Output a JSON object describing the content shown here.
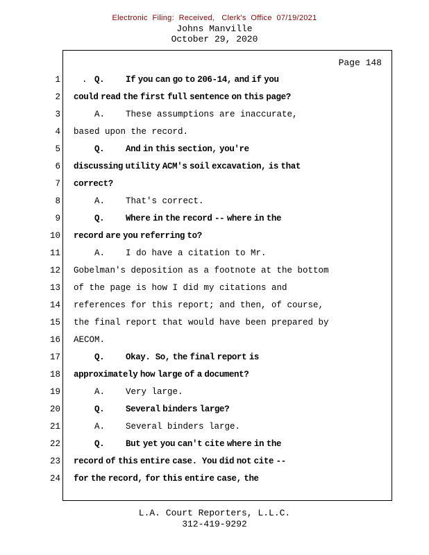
{
  "colors": {
    "stamp_red": "#8b0000"
  },
  "header": {
    "filing_stamp": "Electronic  Filing:  Received,   Clerk's  Office  07/19/2021",
    "case_name": "Johns Manville",
    "date": "October 29, 2020"
  },
  "page": {
    "label": "Page 148"
  },
  "transcript": {
    "lines": [
      {
        "number": "1",
        "speaker": "Q.",
        "text": "If you can go to 206-14, and if you",
        "bold": true,
        "mark": "."
      },
      {
        "number": "2",
        "text": "could read the first full sentence on this page?",
        "bold": true
      },
      {
        "number": "3",
        "speaker": "A.",
        "text": "These assumptions are inaccurate,",
        "bold": false
      },
      {
        "number": "4",
        "text": "based upon the record.",
        "bold": false
      },
      {
        "number": "5",
        "speaker": "Q.",
        "text": "And in this section, you're",
        "bold": true
      },
      {
        "number": "6",
        "text": "discussing utility ACM's soil excavation, is that",
        "bold": true
      },
      {
        "number": "7",
        "text": "correct?",
        "bold": true
      },
      {
        "number": "8",
        "speaker": "A.",
        "text": "That's correct.",
        "bold": false
      },
      {
        "number": "9",
        "speaker": "Q.",
        "text": "Where in the record -- where in the",
        "bold": true
      },
      {
        "number": "10",
        "text": "record are you referring to?",
        "bold": true
      },
      {
        "number": "11",
        "speaker": "A.",
        "text": "I do have a citation to Mr.",
        "bold": false
      },
      {
        "number": "12",
        "text": "Gobelman's deposition as a footnote at the bottom",
        "bold": false
      },
      {
        "number": "13",
        "text": "of the page is how I did my citations and",
        "bold": false
      },
      {
        "number": "14",
        "text": "references for this report; and then, of course,",
        "bold": false
      },
      {
        "number": "15",
        "text": "the final report that would have been prepared by",
        "bold": false
      },
      {
        "number": "16",
        "text": "AECOM.",
        "bold": false
      },
      {
        "number": "17",
        "speaker": "Q.",
        "text": "Okay.  So, the final report is",
        "bold": true
      },
      {
        "number": "18",
        "text": "approximately how large of a document?",
        "bold": true
      },
      {
        "number": "19",
        "speaker": "A.",
        "text": "Very large.",
        "bold": false
      },
      {
        "number": "20",
        "speaker": "Q.",
        "text": "Several binders large?",
        "bold": true
      },
      {
        "number": "21",
        "speaker": "A.",
        "text": "Several binders large.",
        "bold": false
      },
      {
        "number": "22",
        "speaker": "Q.",
        "text": "But yet you can't cite where in the",
        "bold": true
      },
      {
        "number": "23",
        "text": "record of this entire case.  You did not cite --",
        "bold": true
      },
      {
        "number": "24",
        "text": "for the record, for this entire case, the",
        "bold": true
      }
    ]
  },
  "footer": {
    "company": "L.A. Court Reporters, L.L.C.",
    "phone": "312-419-9292"
  }
}
